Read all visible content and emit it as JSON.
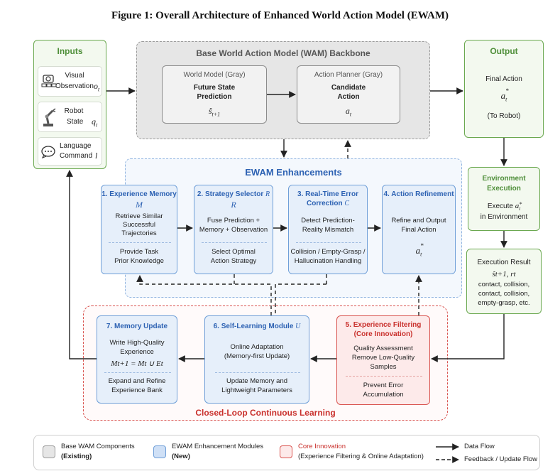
{
  "title": "Figure 1: Overall Architecture of Enhanced World Action Model (EWAM)",
  "inputs": {
    "header": "Inputs",
    "visual_label_1": "Visual",
    "visual_label_2": "Observation",
    "visual_sym": "o",
    "visual_sub": "t",
    "robot_label_1": "Robot",
    "robot_label_2": "State",
    "robot_sym": "q",
    "robot_sub": "t",
    "lang_label_1": "Language",
    "lang_label_2": "Command",
    "lang_sym": "l"
  },
  "backbone": {
    "title": "Base World Action Model (WAM) Backbone",
    "world_model": {
      "title": "World Model (Gray)",
      "line1": "Future State",
      "line2": "Prediction",
      "sym": "ŝ",
      "sub": "t+1"
    },
    "action_planner": {
      "title": "Action Planner (Gray)",
      "line1": "Candidate",
      "line2": "Action",
      "sym": "a",
      "sub": "t"
    }
  },
  "output": {
    "header": "Output",
    "line1": "Final Action",
    "sym": "a",
    "sub": "t",
    "sup": "*",
    "line2": "(To Robot)"
  },
  "environment": {
    "header1": "Environment",
    "header2": "Execution",
    "line1_pre": "Execute",
    "sym": "a",
    "sub": "t",
    "sup": "*",
    "line2": "in Environment"
  },
  "exec_result": {
    "title": "Execution Result",
    "formula": "ŝt+1, rt",
    "line1": "contact, collision,",
    "line2": "contact, collision,",
    "line3": "empty-grasp, etc."
  },
  "enhancements": {
    "title": "EWAM Enhancements",
    "m1": {
      "title": "1. Experience Memory",
      "sym": "M",
      "l1": "Retrieve Similar",
      "l2": "Successful",
      "l3": "Trajectories",
      "l4": "Provide Task",
      "l5": "Prior Knowledge"
    },
    "m2": {
      "title": "2. Strategy Selector",
      "sym": "R",
      "sym2": "R",
      "l1": "Fuse Prediction +",
      "l2": "Memory + Observation",
      "l3": "Select Optimal",
      "l4": "Action Strategy"
    },
    "m3": {
      "title1": "3. Real-Time Error",
      "title2": "Correction",
      "sym": "C",
      "l1": "Detect Prediction-",
      "l2": "Reality Mismatch",
      "l3": "Collision / Empty-Grasp /",
      "l4": "Hallucination Handling"
    },
    "m4": {
      "title": "4. Action Refinement",
      "l1": "Refine and Output",
      "l2": "Final Action",
      "sym": "a",
      "sub": "t",
      "sup": "*"
    }
  },
  "loop": {
    "title": "Closed-Loop Continuous Learning",
    "m7": {
      "title": "7. Memory Update",
      "l1": "Write High-Quality",
      "l2": "Experience",
      "formula": "Mt+1 = Mt ∪ Et",
      "l3": "Expand and Refine",
      "l4": "Experience Bank"
    },
    "m6": {
      "title": "6. Self-Learning Module",
      "sym": "U",
      "l1": "Online Adaptation",
      "l2": "(Memory-first Update)",
      "l3": "Update Memory and",
      "l4": "Lightweight Parameters"
    },
    "m5": {
      "title1": "5. Experience Filtering",
      "title2": "(Core Innovation)",
      "l1": "Quality Assessment",
      "l2": "Remove Low-Quality",
      "l3": "Samples",
      "l4": "Prevent Error",
      "l5": "Accumulation"
    }
  },
  "legend": {
    "base_1": "Base WAM Components",
    "base_2": "(Existing)",
    "ewam_1": "EWAM Enhancement Modules",
    "ewam_2": "(New)",
    "core_1": "Core Innovation",
    "core_2": "(Experience Filtering & Online Adaptation)",
    "data_flow": "Data Flow",
    "feedback_flow": "Feedback / Update Flow"
  },
  "colors": {
    "green": "#6aa84f",
    "blue": "#2d62b3",
    "red": "#c9302c",
    "gray": "#9a9a9a"
  }
}
